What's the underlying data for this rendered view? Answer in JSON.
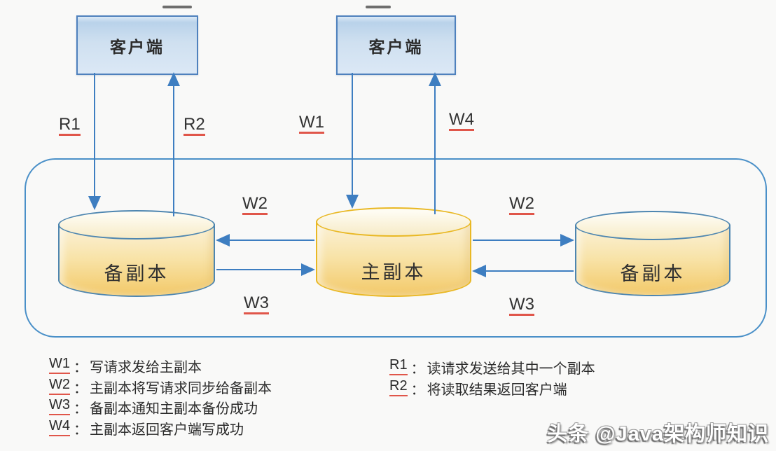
{
  "clients": [
    {
      "label": "客户端"
    },
    {
      "label": "客户端"
    }
  ],
  "replicas": {
    "left": {
      "label": "备副本"
    },
    "primary": {
      "label": "主副本"
    },
    "right": {
      "label": "备副本"
    }
  },
  "arrow_labels": {
    "r1": "R1",
    "r2": "R2",
    "w1": "W1",
    "w4": "W4",
    "w2_left": "W2",
    "w3_left": "W3",
    "w2_right": "W2",
    "w3_right": "W3"
  },
  "legend": {
    "separator": "：",
    "left": [
      {
        "key": "W1",
        "text": "写请求发给主副本"
      },
      {
        "key": "W2",
        "text": "主副本将写请求同步给备副本"
      },
      {
        "key": "W3",
        "text": "备副本通知主副本备份成功"
      },
      {
        "key": "W4",
        "text": "主副本返回客户端写成功"
      }
    ],
    "right": [
      {
        "key": "R1",
        "text": "读请求发送给其中一个副本"
      },
      {
        "key": "R2",
        "text": "将读取结果返回客户端"
      }
    ]
  },
  "watermark": "头条 @Java架构师知识",
  "colors": {
    "arrow_blue": "#3e7ec1",
    "client_border": "#4f81bd",
    "replica_border": "#4e86b0",
    "primary_border": "#e9b824",
    "container_border": "#4a90c8",
    "underline_red": "#e0564a",
    "cylinder_fill_top": "#fbf2da",
    "cylinder_fill_bottom": "#f3c968"
  }
}
